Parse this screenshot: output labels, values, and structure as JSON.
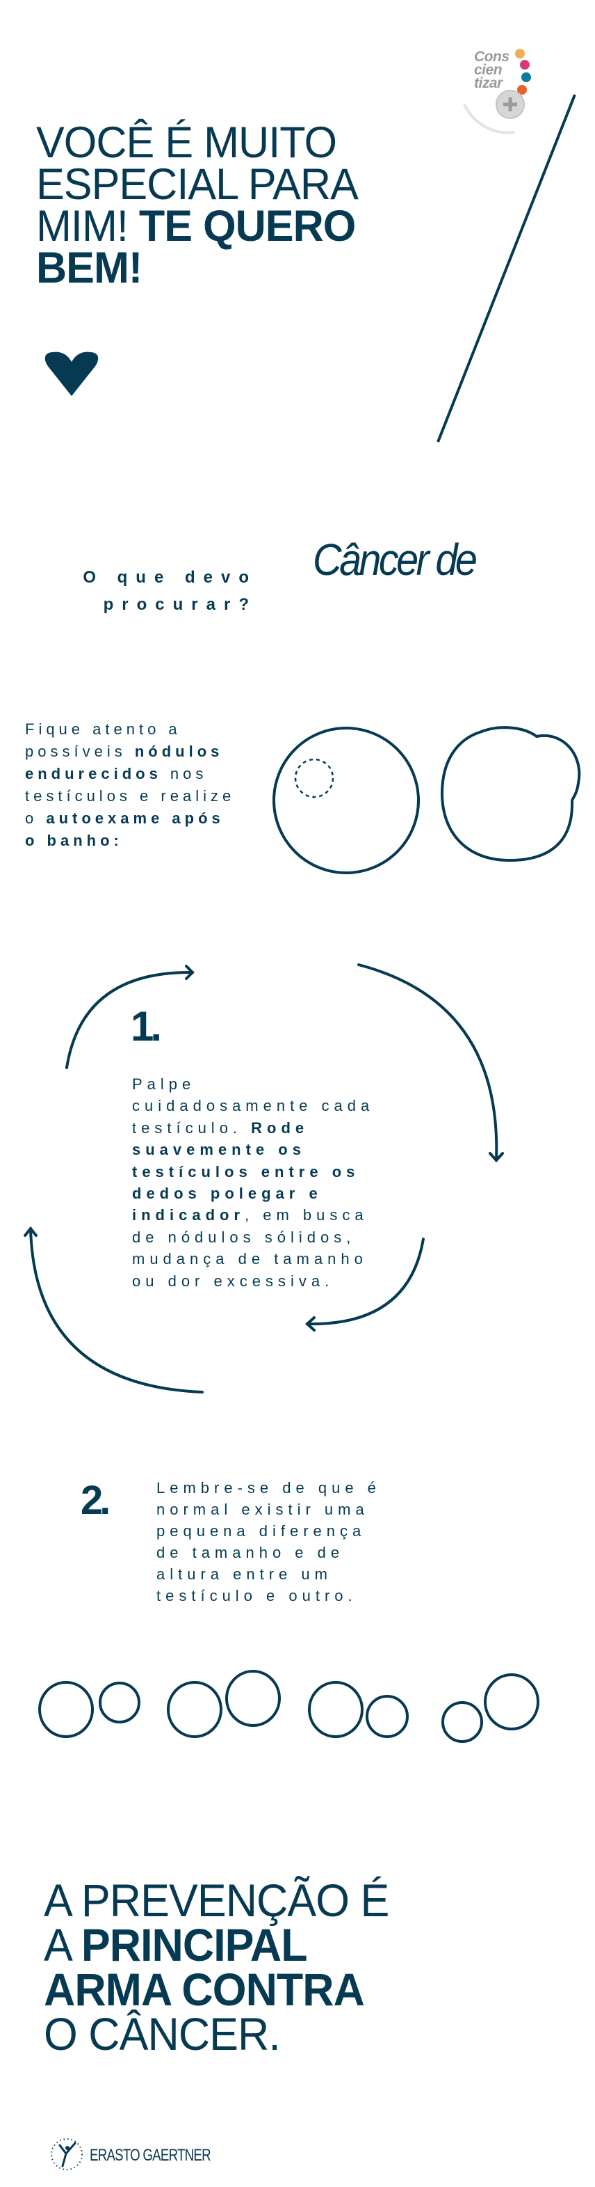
{
  "colors": {
    "primary": "#053a52",
    "logo_gray": "#9a9a9a",
    "dot_orange": "#f2ad5c",
    "dot_magenta": "#d63a7c",
    "dot_teal": "#0a7aa0",
    "dot_red": "#e8602a"
  },
  "logo": {
    "line1": "Cons",
    "line2": "cien",
    "line3": "tizar",
    "plus": "+"
  },
  "hero": {
    "line1": "VOCÊ É MUITO",
    "line2": "ESPECIAL PARA",
    "line3_light": "MIM! ",
    "line3_bold": "TE QUERO",
    "line4_bold": "BEM!"
  },
  "question": {
    "line1": "O que devo",
    "line2": "procurar?"
  },
  "section_title": "Câncer de",
  "intro": {
    "s0": "Fique atento a",
    "s1": "possíveis ",
    "s2": "nódulos",
    "s3": "endurecidos",
    "s4": " nos",
    "s5": "testículos e realize",
    "s6": "o ",
    "s7": "autoexame após",
    "s8": "o banho:"
  },
  "step1": {
    "number": "1.",
    "s0": "Palpe",
    "s1": "cuidadosamente cada",
    "s2": "testículo. ",
    "s3": "Rode",
    "s4": "suavemente os",
    "s5": "testículos entre os",
    "s6": "dedos polegar e",
    "s7": "indicador",
    "s8": ", em busca",
    "s9": "de nódulos sólidos,",
    "s10": "mudança de tamanho",
    "s11": "ou dor excessiva."
  },
  "step2": {
    "number": "2.",
    "lines": [
      "Lembre-se de que é",
      "normal existir uma",
      "pequena diferença",
      "de tamanho e de",
      "altura entre um",
      "testículo e outro."
    ]
  },
  "closing": {
    "line1": "A PREVENÇÃO É",
    "line2_light": "A ",
    "line2_bold": "PRINCIPAL",
    "line3_bold": "ARMA CONTRA",
    "line4": "O CÂNCER."
  },
  "footer": {
    "brand": "ERASTO GAERTNER"
  }
}
